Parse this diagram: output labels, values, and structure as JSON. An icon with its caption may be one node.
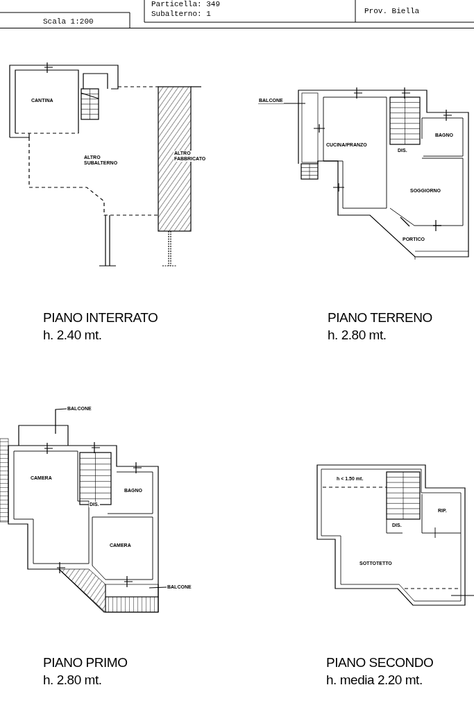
{
  "diagram": {
    "nodes": [
      {
        "text": [
          "BALCONE"
        ]
      },
      {
        "text": [
          "BALCONE"
        ]
      },
      {
        "text": [
          "BALCONE"
        ]
      }
    ],
    "edges": [
      {
        "from": 0,
        "to": null,
        "arrow": "none"
      },
      {
        "from": 1,
        "to": null,
        "arrow": "none"
      },
      {
        "from": 2,
        "to": null,
        "arrow": "none"
      }
    ],
    "labels": [
      "Particella: 349",
      "Subalterno: 1",
      "Prov. Biella",
      "Scala 1:200",
      "CANTINA",
      "ALTRO SUBALTERNO",
      "ALTRO FABBRICATO",
      "PIANO INTERRATO",
      "h. 2.40 mt.",
      "CUCINA/PRANZO",
      "DIS.",
      "BAGNO",
      "SOGGIORNO",
      "PORTICO",
      "PIANO TERRENO",
      "h. 2.80 mt.",
      "CAMERA",
      "DIS.",
      "BAGNO",
      "CAMERA",
      "PIANO PRIMO",
      "h. 2.80 mt.",
      "h < 1.50 mt.",
      "DIS.",
      "RIP.",
      "SOTTOTETTO",
      "PIANO SECONDO",
      "h. media 2.20 mt."
    ]
  }
}
